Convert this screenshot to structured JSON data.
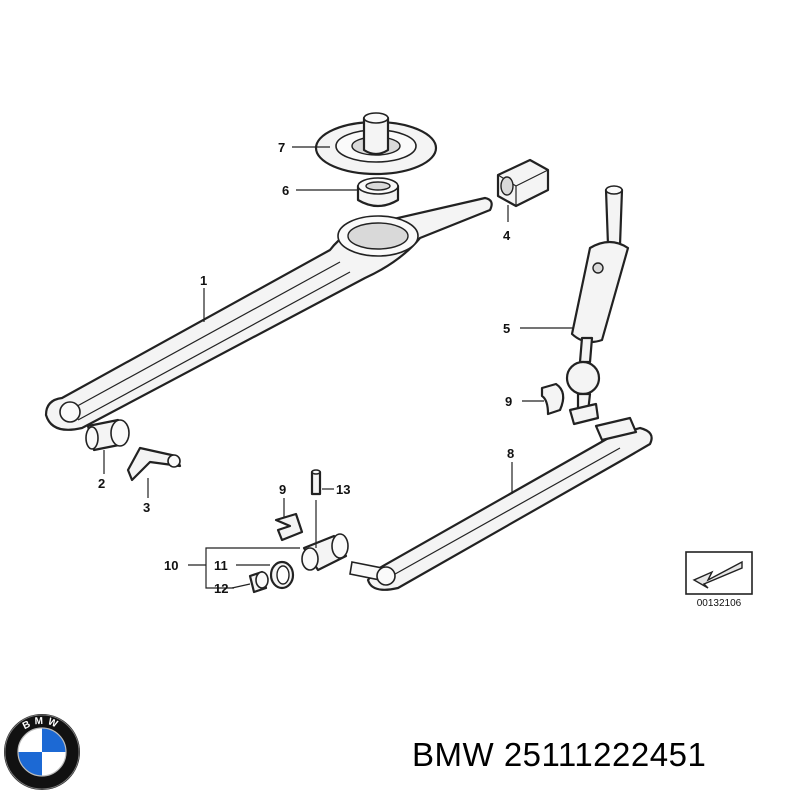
{
  "callouts": {
    "c1": "1",
    "c2": "2",
    "c3": "3",
    "c4": "4",
    "c5": "5",
    "c6": "6",
    "c7": "7",
    "c8": "8",
    "c9a": "9",
    "c9b": "9",
    "c10": "10",
    "c11": "11",
    "c12": "12",
    "c13": "13"
  },
  "reference_number": "00132106",
  "caption": "BMW 25111222451",
  "logo": {
    "lettering": "BMW",
    "icon": "bmw-roundel-icon",
    "colors": {
      "blue": "#1c69d4",
      "ring": "#111111",
      "white": "#ffffff"
    }
  }
}
